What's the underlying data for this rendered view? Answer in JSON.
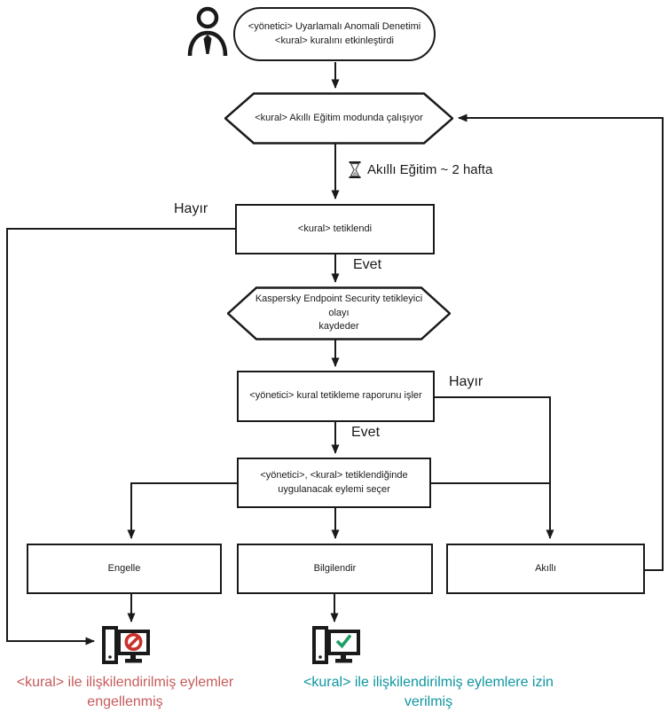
{
  "diagram": {
    "title_hint": "Adaptive Anomaly Control flow (Turkish)",
    "colors": {
      "line": "#1a1a1a",
      "blocked_text": "#c75b5b",
      "allowed_text": "#0e96a0",
      "prohibition": "#c9302c",
      "check": "#1c9e63"
    },
    "nodes": {
      "start": {
        "line1": "<yönetici> Uyarlamalı Anomali Denetimi",
        "line2": "<kural> kuralını etkinleştirdi"
      },
      "smart_training": {
        "label": "<kural> Akıllı Eğitim modunda çalışıyor"
      },
      "training_duration": {
        "label": "Akıllı Eğitim ~ 2 hafta"
      },
      "rule_triggered": {
        "label": "<kural> tetiklendi"
      },
      "kes_logs": {
        "line1": "Kaspersky Endpoint Security tetikleyici olayı",
        "line2": "kaydeder"
      },
      "admin_report": {
        "label": "<yönetici> kural tetikleme raporunu işler"
      },
      "admin_selects": {
        "line1": "<yönetici>, <kural> tetiklendiğinde",
        "line2": "uygulanacak eylemi seçer"
      },
      "block": {
        "label": "Engelle"
      },
      "inform": {
        "label": "Bilgilendir"
      },
      "smart": {
        "label": "Akıllı"
      }
    },
    "edges": {
      "no1": "Hayır",
      "yes1": "Evet",
      "no2": "Hayır",
      "yes2": "Evet"
    },
    "outcomes": {
      "blocked": {
        "line1": "<kural> ile ilişkilendirilmiş eylemler",
        "line2": "engellenmiş"
      },
      "allowed": {
        "line1": "<kural> ile ilişkilendirilmiş eylemlere izin",
        "line2": "verilmiş"
      }
    }
  }
}
